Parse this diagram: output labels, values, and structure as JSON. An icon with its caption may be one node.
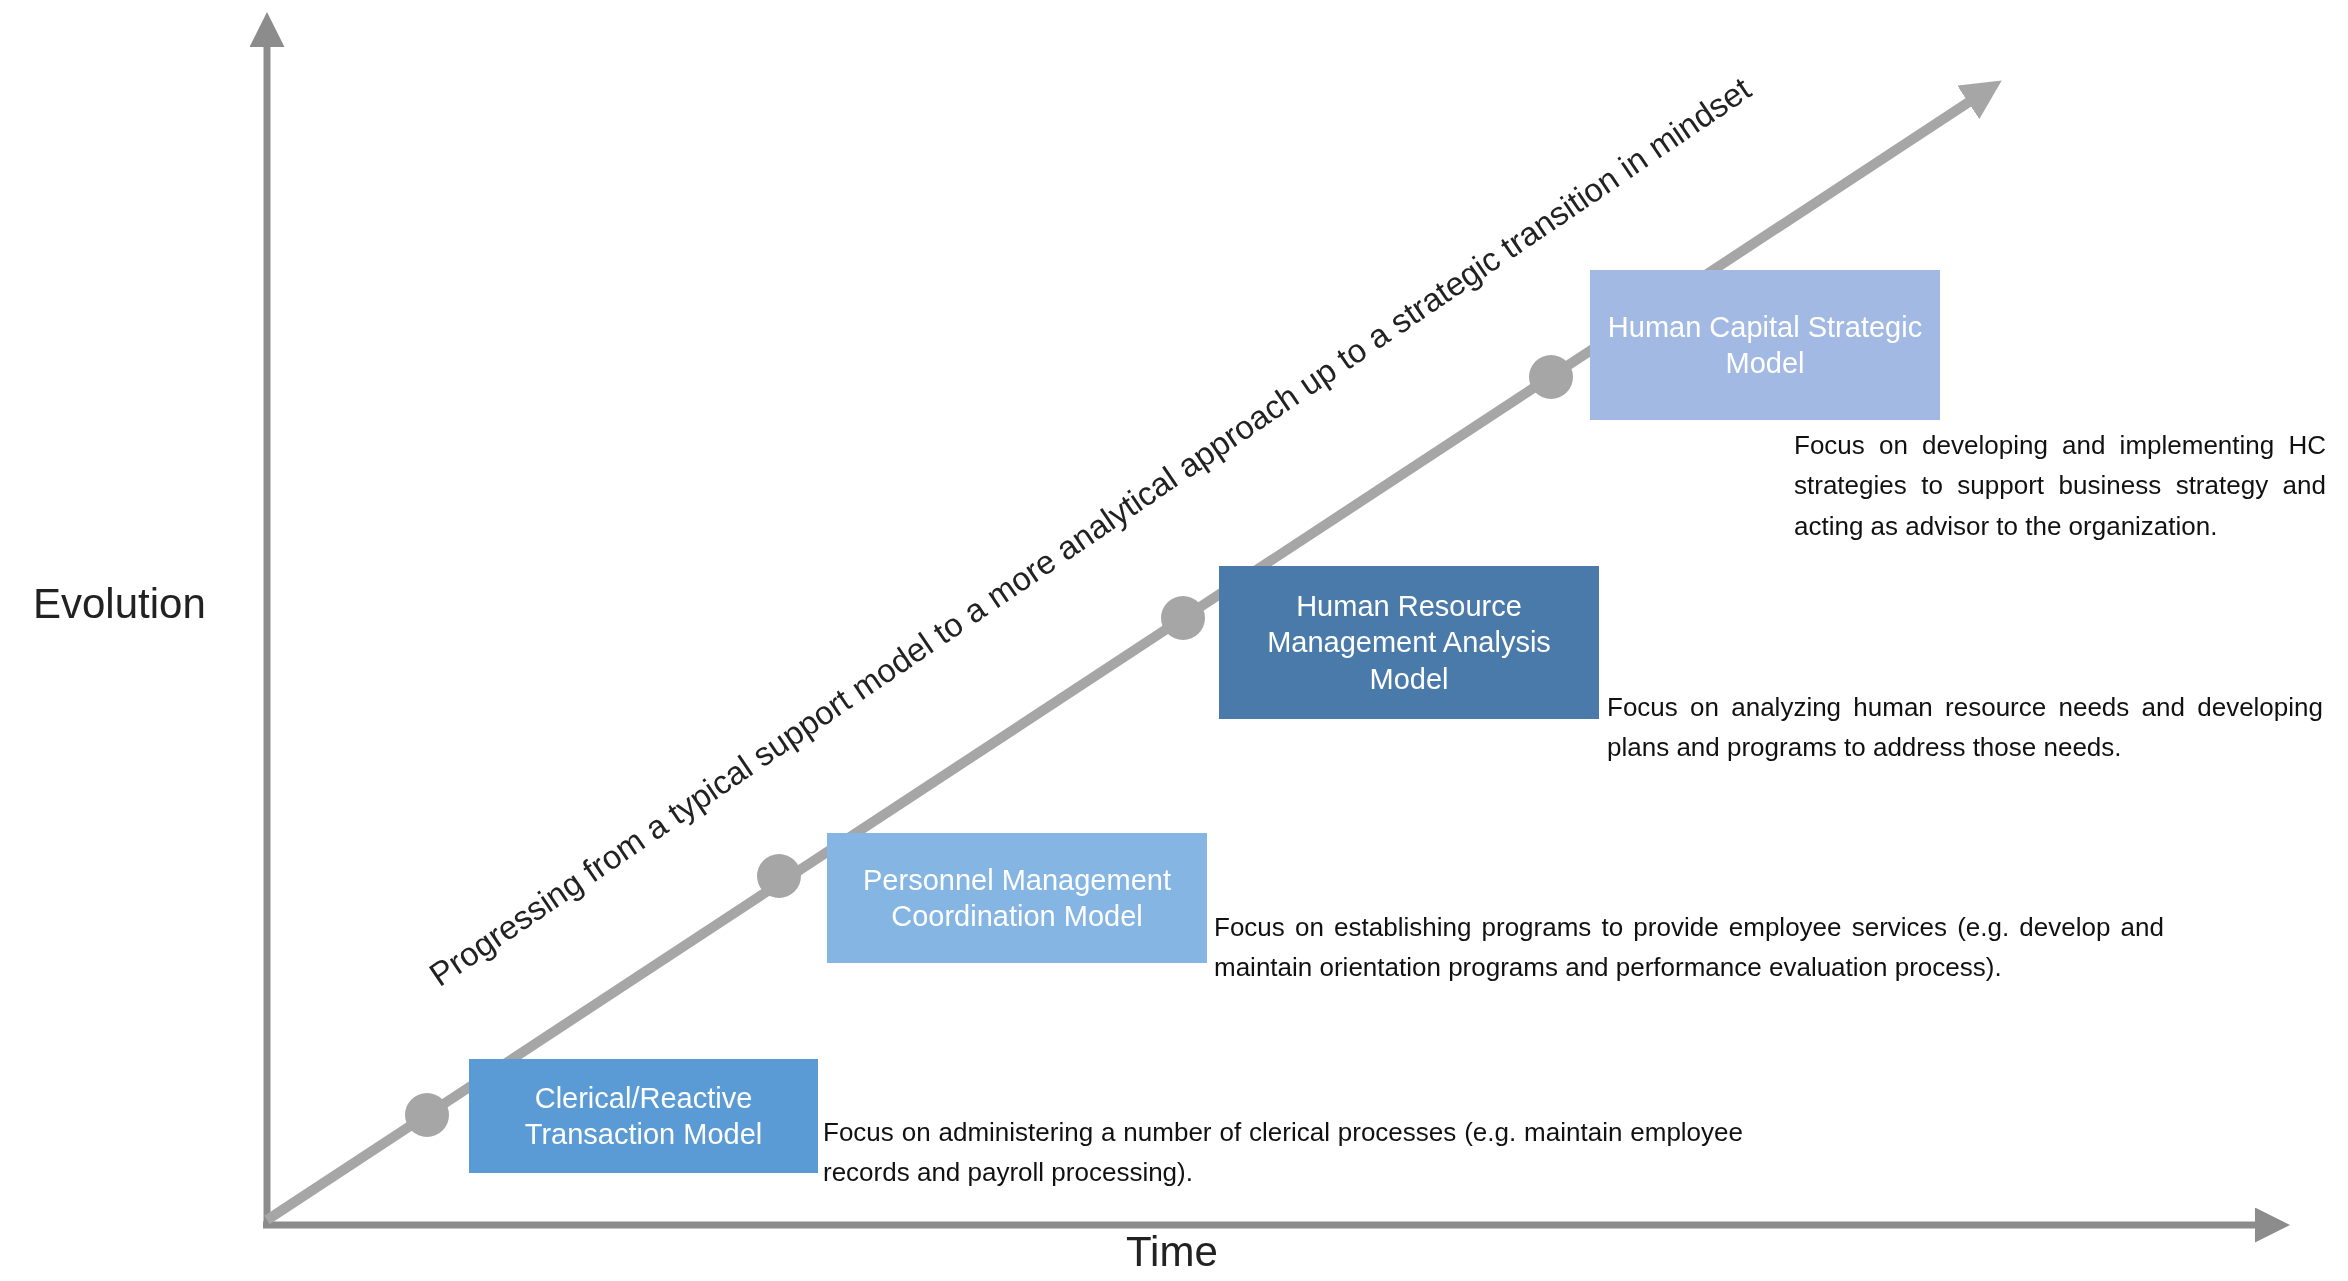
{
  "diagram": {
    "nodes": [
      {
        "text": [
          "Clerical/Reactive Transaction Model"
        ],
        "beside": [
          "Focus on administering a number of clerical processes (e.g. maintain employee records and payroll processing)."
        ]
      },
      {
        "text": [
          "Personnel Management Coordination Model"
        ],
        "beside": [
          "Focus on establishing programs to provide employee services (e.g. develop and maintain orientation programs and performance evaluation process)."
        ]
      },
      {
        "text": [
          "Human Resource Management Analysis Model"
        ],
        "beside": [
          "Focus on analyzing human resource needs and developing plans and programs to address those needs."
        ]
      },
      {
        "text": [
          "Human Capital Strategic Model"
        ],
        "beside": [
          "Focus on developing and implementing HC strategies to support business strategy and acting as advisor to the organization."
        ]
      }
    ],
    "labels": [
      "Progressing from a typical support model to a more analytical approach up to a strategic transition in mindset",
      "Evolution",
      "Time"
    ]
  }
}
